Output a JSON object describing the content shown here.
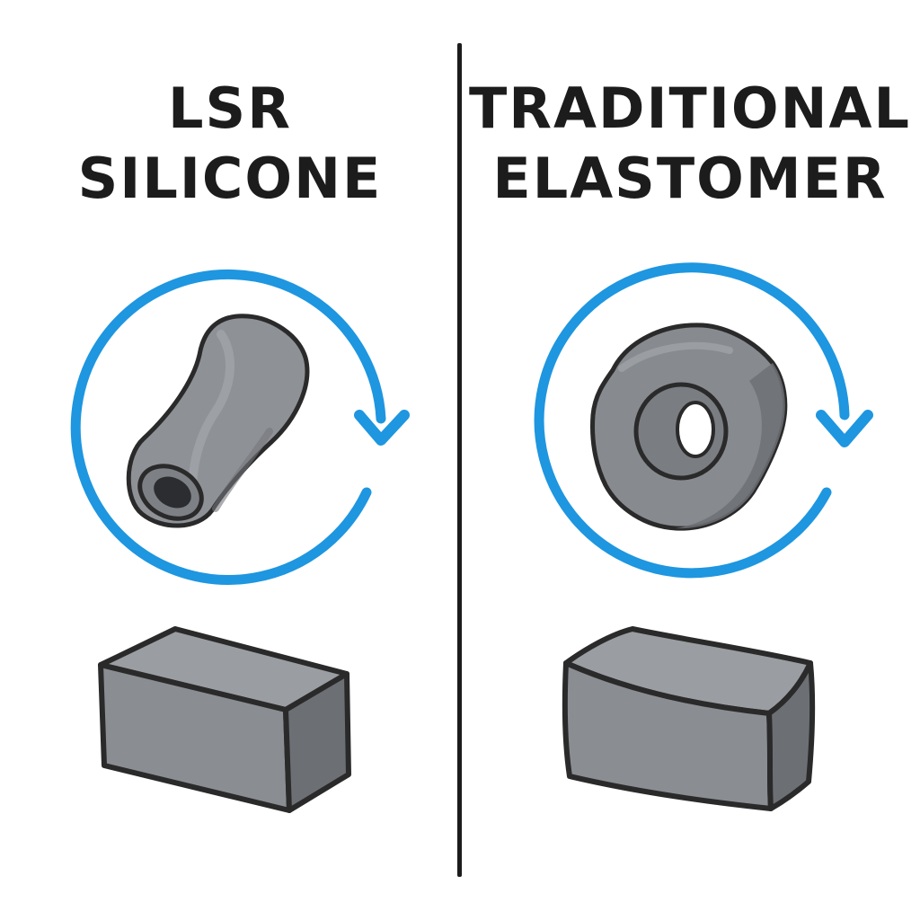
{
  "colors": {
    "cycle_arrow": "#1e96e0",
    "material_fill": "#8e9196",
    "material_shadow": "#6f7277",
    "outline": "#2a2a2a",
    "divider": "#1c1c1c",
    "background": "#ffffff"
  },
  "panels": [
    {
      "title_lines": [
        "LSR",
        "SILICONE"
      ],
      "icons": [
        "circular-arrow-icon",
        "silicone-tube-icon",
        "silicone-block-icon"
      ]
    },
    {
      "title_lines": [
        "TRADITIONAL",
        "ELASTOMER"
      ],
      "icons": [
        "circular-arrow-icon",
        "elastomer-ring-icon",
        "elastomer-block-icon"
      ]
    }
  ]
}
